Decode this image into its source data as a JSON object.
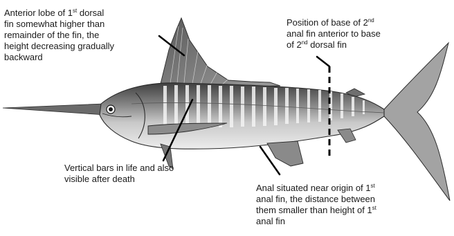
{
  "annotations": {
    "dorsal_lobe": {
      "lines": [
        [
          "Anterior lobe of 1",
          "st",
          " dorsal"
        ],
        [
          "fin somewhat higher than"
        ],
        [
          "remainder of the fin, the"
        ],
        [
          "height decreasing gradually"
        ],
        [
          "backward"
        ]
      ]
    },
    "second_anal_fin": {
      "lines": [
        [
          "Position of base of 2",
          "nd"
        ],
        [
          "anal fin anterior to base"
        ],
        [
          "of 2",
          "nd",
          " dorsal fin"
        ]
      ]
    },
    "vertical_bars": {
      "lines": [
        [
          "Vertical bars in life and also"
        ],
        [
          "visible after death"
        ]
      ]
    },
    "anal_origin": {
      "lines": [
        [
          "Anal situated near origin of 1",
          "st"
        ],
        [
          "anal fin, the distance between"
        ],
        [
          "them smaller than height of 1",
          "st"
        ],
        [
          "anal fin"
        ]
      ]
    }
  },
  "colors": {
    "ink": "#1a1a1a",
    "body_shade": "#9a9a9a",
    "body_light": "#d6d6d6",
    "back_dark": "#4a4a4a",
    "bar": "#f2f2f2"
  }
}
